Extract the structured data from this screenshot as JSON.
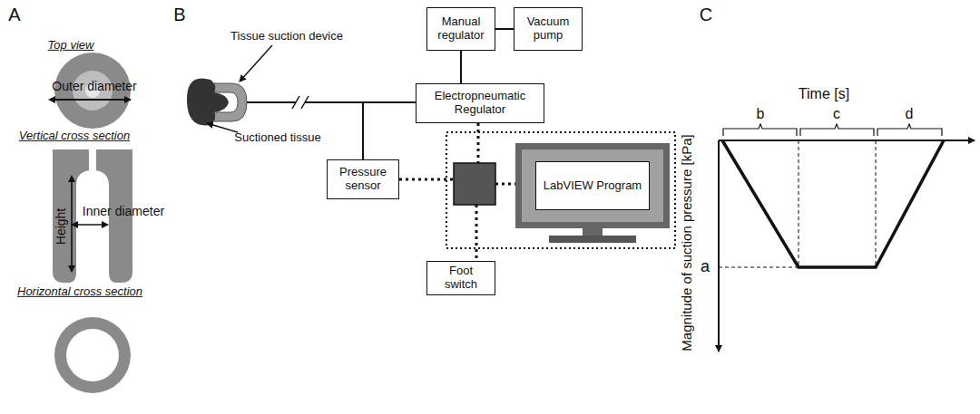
{
  "diagram": {
    "nodes": [
      {
        "text": [
          "Manual regulator"
        ]
      },
      {
        "text": [
          "Vacuum pump"
        ]
      },
      {
        "text": [
          "Electropneumatic Regulator"
        ]
      },
      {
        "text": [
          "Pressure sensor"
        ]
      },
      {
        "text": [
          "LabVIEW Program"
        ]
      },
      {
        "text": [
          "Foot switch"
        ]
      }
    ],
    "edges": [
      {
        "from": 0,
        "to": 1,
        "arrow": "none"
      },
      {
        "from": 0,
        "to": 2,
        "arrow": "none"
      },
      {
        "from": 2,
        "to": 3,
        "arrow": "none"
      }
    ],
    "labels": [
      "A",
      "Top view",
      "Outer diameter",
      "Vertical cross section",
      "Height",
      "Inner diameter",
      "Horizontal cross section",
      "B",
      "Tissue suction device",
      "Suctioned tissue",
      "C",
      "Time [s]",
      "b",
      "c",
      "d",
      "Magnitude of suction pressure [kPa]",
      "a"
    ]
  }
}
